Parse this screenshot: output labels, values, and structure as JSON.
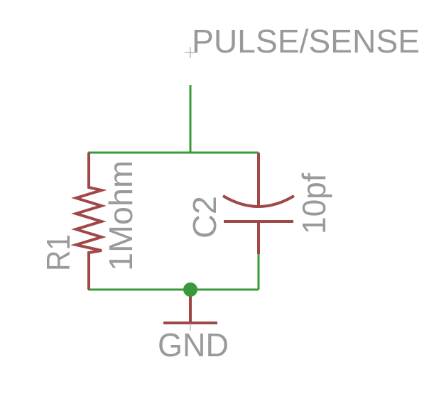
{
  "colors": {
    "wire": "#3a9a3a",
    "component": "#a04848",
    "label": "#9a9a9a",
    "junction": "#3a9a3a",
    "background": "#ffffff"
  },
  "net_label": "PULSE/SENSE",
  "ground_label": "GND",
  "resistor": {
    "name": "R1",
    "value": "1Mohm"
  },
  "capacitor": {
    "name": "C2",
    "value": "10pf"
  }
}
